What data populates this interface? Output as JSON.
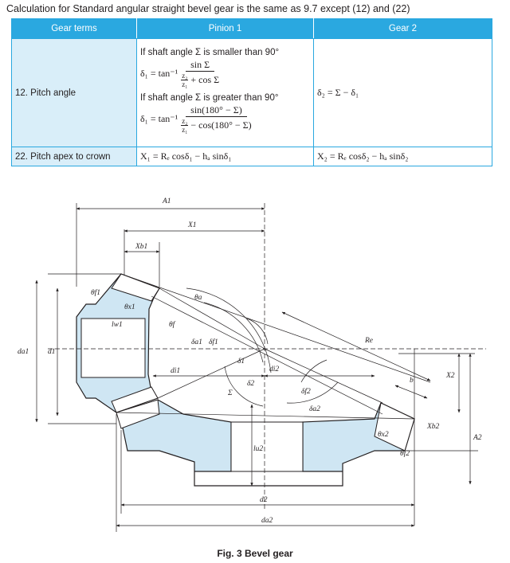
{
  "intro": "Calculation for Standard angular straight bevel gear is the same as 9.7 except (12) and (22)",
  "table": {
    "headers": [
      "Gear terms",
      "Pinion 1",
      "Gear 2"
    ],
    "row1": {
      "term": "12. Pitch angle",
      "cond1": "If shaft angle Σ is smaller than 90°",
      "f1_lhs": "δ₁ = tan⁻¹",
      "f1_num": "sin Σ",
      "f1_mini_t": "z₂",
      "f1_mini_b": "z₁",
      "f1_den_rest": "+ cos Σ",
      "cond2": "If shaft angle Σ is greater than 90°",
      "f2_lhs": "δ₁ = tan⁻¹",
      "f2_num": "sin(180° − Σ)",
      "f2_mini_t": "z₂",
      "f2_mini_b": "z₁",
      "f2_den_rest": "− cos(180° − Σ)",
      "gear2": "δ₂ = Σ − δ₁"
    },
    "row2": {
      "term": "22. Pitch apex to crown",
      "pinion": "X₁ = Rₑ cosδ₁ − hₐ sinδ₁",
      "gear2": "X₂ = Rₑ cosδ₂ − hₐ sinδ₂"
    }
  },
  "figure": {
    "labels": {
      "A1": "A1",
      "X1": "X1",
      "Xb1": "Xb1",
      "theta_f1": "θf1",
      "theta_x1": "θx1",
      "lw1": "lw1",
      "theta_a": "θa",
      "theta_f": "θf",
      "delta_a1": "δa1",
      "delta_f1": "δf1",
      "delta1": "δ1",
      "delta2": "δ2",
      "Sigma": "Σ",
      "di1": "di1",
      "di2": "di2",
      "da1": "da1",
      "d1": "d1",
      "Re": "Re",
      "b": "b",
      "X2": "X2",
      "Xb2": "Xb2",
      "A2": "A2",
      "theta_x2": "θx2",
      "theta_f2": "θf2",
      "delta_f2": "δf2",
      "delta_a2": "δa2",
      "lu2": "lu2",
      "d2": "d2",
      "da2": "da2"
    },
    "colors": {
      "fill": "#cfe6f3",
      "line": "#231f20"
    },
    "caption": "Fig. 3  Bevel gear"
  }
}
